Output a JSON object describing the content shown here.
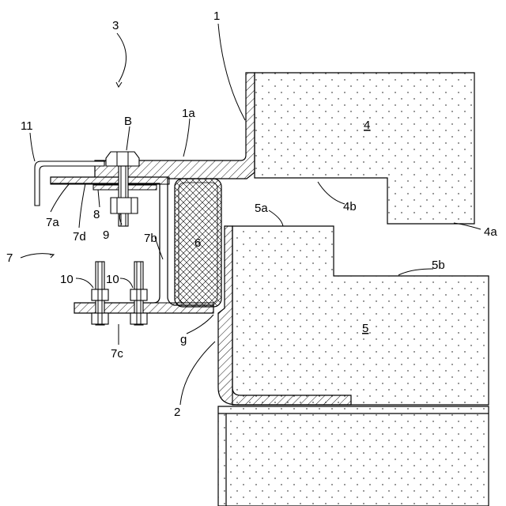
{
  "labels": {
    "n1": "1",
    "n1a": "1a",
    "n2": "2",
    "n3": "3",
    "n4": "4",
    "n4a": "4a",
    "n4b": "4b",
    "n5": "5",
    "n5a": "5a",
    "n5b": "5b",
    "n6": "6",
    "n7": "7",
    "n7a": "7a",
    "n7b": "7b",
    "n7c": "7c",
    "n7d": "7d",
    "n8": "8",
    "n9": "9",
    "n10a": "10",
    "n10b": "10",
    "n11": "11",
    "nB": "B",
    "ng": "g"
  }
}
